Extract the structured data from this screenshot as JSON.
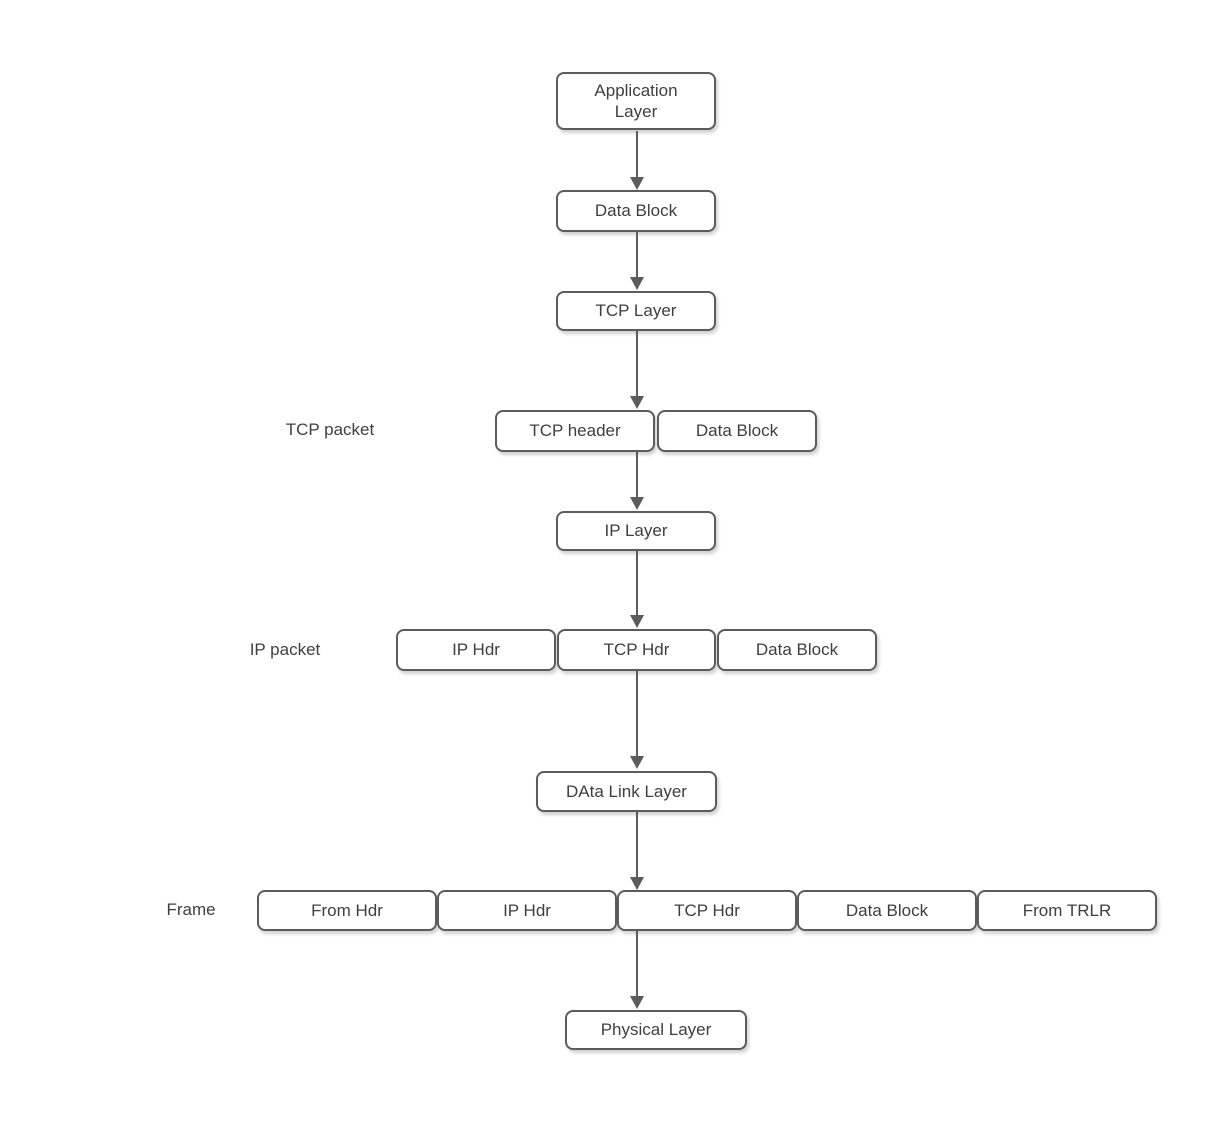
{
  "diagram": {
    "type": "flowchart",
    "description": "TCP/IP encapsulation of data through protocol layers",
    "colors": {
      "background": "#ffffff",
      "stroke": "#5c5c5c",
      "text": "#3f3f3f"
    },
    "application_layer": {
      "label": "Application\nLayer"
    },
    "data_block_top": {
      "label": "Data Block"
    },
    "tcp_layer": {
      "label": "TCP Layer"
    },
    "tcp_packet": {
      "row_label": "TCP packet",
      "segments": [
        "TCP header",
        "Data Block"
      ]
    },
    "ip_layer": {
      "label": "IP Layer"
    },
    "ip_packet": {
      "row_label": "IP packet",
      "segments": [
        "IP Hdr",
        "TCP Hdr",
        "Data Block"
      ]
    },
    "data_link_layer": {
      "label": "DAta Link Layer"
    },
    "frame": {
      "row_label": "Frame",
      "segments": [
        "From Hdr",
        "IP Hdr",
        "TCP Hdr",
        "Data Block",
        "From TRLR"
      ]
    },
    "physical_layer": {
      "label": "Physical Layer"
    }
  }
}
